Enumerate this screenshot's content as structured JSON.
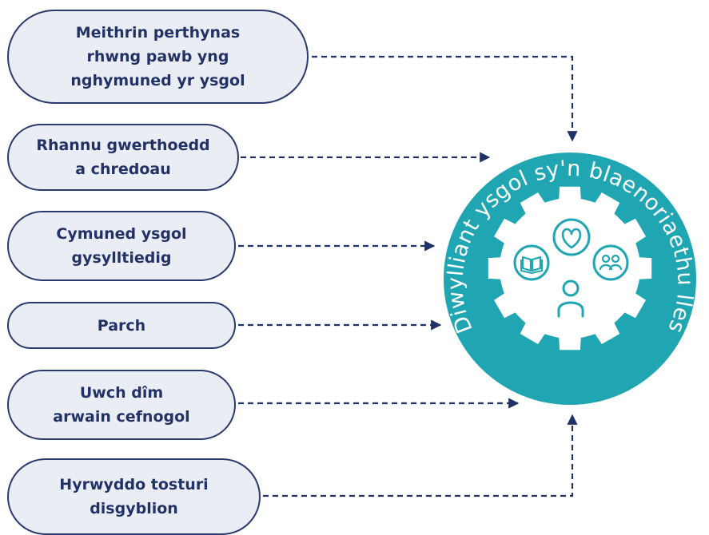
{
  "colors": {
    "navy": "#233266",
    "teal": "#1fa6b2",
    "pill_fill": "#ebedf4",
    "white": "#ffffff"
  },
  "items": [
    {
      "lines": [
        "Meithrin perthynas",
        "rhwng pawb yng",
        "nghymuned yr ysgol"
      ]
    },
    {
      "lines": [
        "Rhannu gwerthoedd",
        "a chredoau"
      ]
    },
    {
      "lines": [
        "Cymuned ysgol",
        "gysylltiedig"
      ]
    },
    {
      "lines": [
        "Parch"
      ]
    },
    {
      "lines": [
        "Uwch dîm",
        "arwain cefnogol"
      ]
    },
    {
      "lines": [
        "Hyrwyddo tosturi",
        "disgyblion"
      ]
    }
  ],
  "hub": {
    "title": "Diwylliant ysgol sy'n blaenoriaethu lles",
    "icons": [
      "heart-icon",
      "book-icon",
      "people-icon",
      "person-icon"
    ]
  }
}
